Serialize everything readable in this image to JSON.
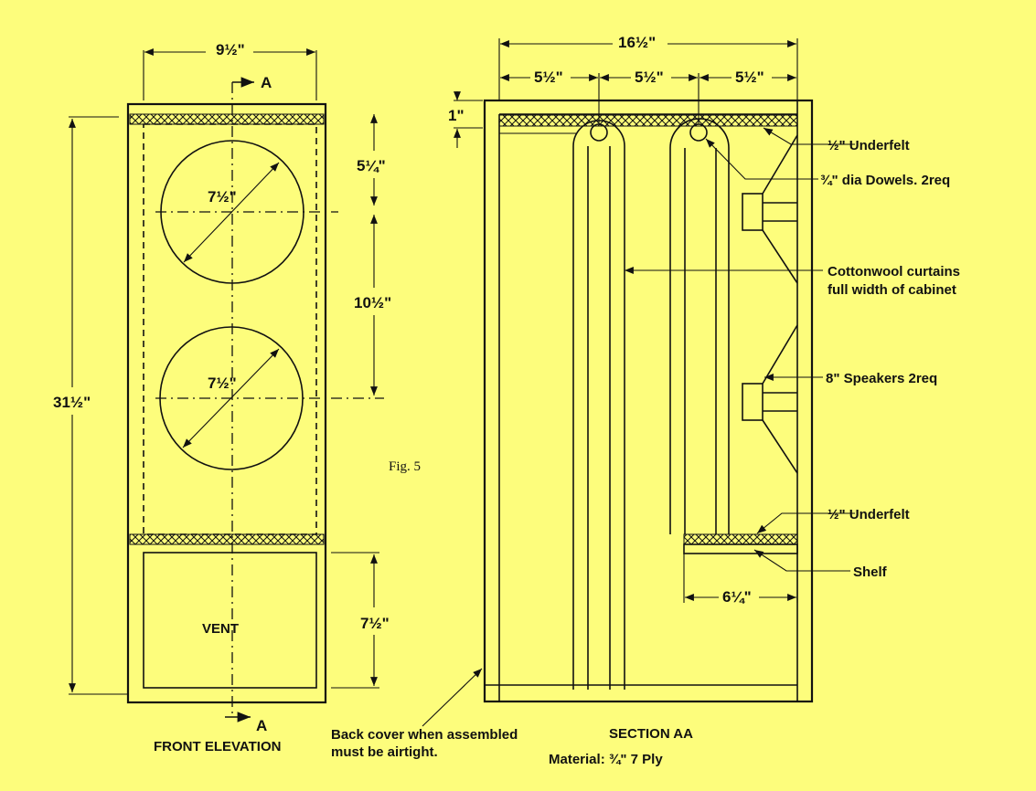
{
  "figure_label": "Fig. 5",
  "front_elevation": {
    "title": "FRONT ELEVATION",
    "section_marker": "A",
    "vent_label": "VENT",
    "dims": {
      "width": "9½\"",
      "height": "31½\"",
      "top_to_speaker": "5¼\"",
      "speaker_spacing": "10½\"",
      "vent_height": "7½\"",
      "speaker_dia_upper": "7½\"",
      "speaker_dia_lower": "7½\""
    }
  },
  "section_aa": {
    "title": "SECTION AA",
    "material": "Material: ¾\"  7 Ply",
    "dims": {
      "depth": "16½\"",
      "div1": "5½\"",
      "div2": "5½\"",
      "div3": "5½\"",
      "top_thickness": "1\"",
      "shelf_depth": "6¼\""
    },
    "callouts": {
      "underfelt_top": "½\"  Underfelt",
      "dowels": "¾\" dia Dowels. 2req",
      "curtains_line1": "Cottonwool curtains",
      "curtains_line2": "full width of cabinet",
      "speakers": "8\" Speakers  2req",
      "underfelt_bottom": "½\"  Underfelt",
      "shelf": "Shelf"
    }
  },
  "back_cover_note": {
    "line1": "Back cover when assembled",
    "line2": "must be airtight."
  },
  "colors": {
    "background": "#fdfd7c",
    "ink": "#111111"
  }
}
